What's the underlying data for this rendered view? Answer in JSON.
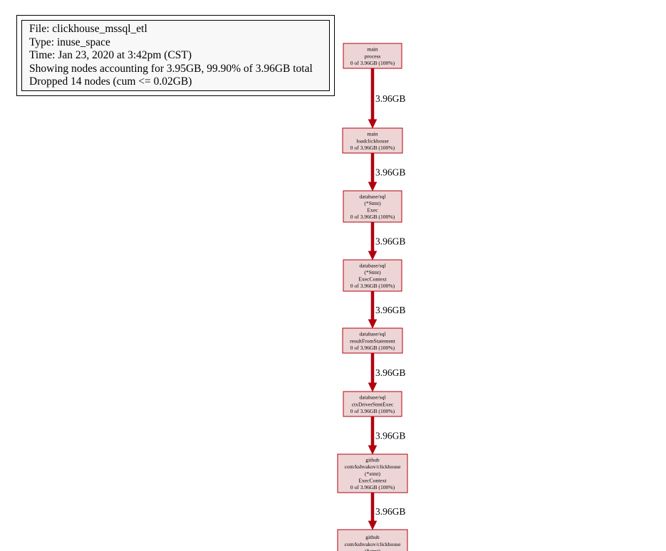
{
  "legend": {
    "lines": [
      "File: clickhouse_mssql_etl",
      "Type: inuse_space",
      "Time: Jan 23, 2020 at 3:42pm (CST)",
      "Showing nodes accounting for 3.95GB, 99.90% of 3.96GB total",
      "Dropped 14 nodes (cum <= 0.02GB)"
    ]
  },
  "colors": {
    "node_fill": "#edd5d5",
    "node_border": "#b2000f",
    "edge": "#b2000f"
  },
  "nodes": [
    {
      "id": "main-process",
      "lines": [
        "main",
        "process",
        "0 of 3.96GB (100%)"
      ]
    },
    {
      "id": "main-loadclickhouse",
      "lines": [
        "main",
        "loadclickhouse",
        "0 of 3.96GB (100%)"
      ]
    },
    {
      "id": "sql-stmt-exec",
      "lines": [
        "database/sql",
        "(*Stmt)",
        "Exec",
        "0 of 3.96GB (100%)"
      ]
    },
    {
      "id": "sql-stmt-execcontext",
      "lines": [
        "database/sql",
        "(*Stmt)",
        "ExecContext",
        "0 of 3.96GB (100%)"
      ]
    },
    {
      "id": "sql-resultfromstatement",
      "lines": [
        "database/sql",
        "resultFromStatement",
        "0 of 3.96GB (100%)"
      ]
    },
    {
      "id": "sql-ctxdriverstmtexec",
      "lines": [
        "database/sql",
        "ctxDriverStmtExec",
        "0 of 3.96GB (100%)"
      ]
    },
    {
      "id": "clickhouse-stmt-execcontext",
      "lines": [
        "github",
        "com/kshvakov/clickhouse",
        "(*stmt)",
        "ExecContext",
        "0 of 3.96GB (100%)"
      ]
    },
    {
      "id": "clickhouse-stmt-next",
      "lines": [
        "github",
        "com/kshvakov/clickhouse",
        "(*stmt)"
      ]
    }
  ],
  "edges": [
    {
      "from": "main-process",
      "to": "main-loadclickhouse",
      "label": "3.96GB"
    },
    {
      "from": "main-loadclickhouse",
      "to": "sql-stmt-exec",
      "label": "3.96GB"
    },
    {
      "from": "sql-stmt-exec",
      "to": "sql-stmt-execcontext",
      "label": "3.96GB"
    },
    {
      "from": "sql-stmt-execcontext",
      "to": "sql-resultfromstatement",
      "label": "3.96GB"
    },
    {
      "from": "sql-resultfromstatement",
      "to": "sql-ctxdriverstmtexec",
      "label": "3.96GB"
    },
    {
      "from": "sql-ctxdriverstmtexec",
      "to": "clickhouse-stmt-execcontext",
      "label": "3.96GB"
    },
    {
      "from": "clickhouse-stmt-execcontext",
      "to": "clickhouse-stmt-next",
      "label": "3.96GB"
    }
  ]
}
